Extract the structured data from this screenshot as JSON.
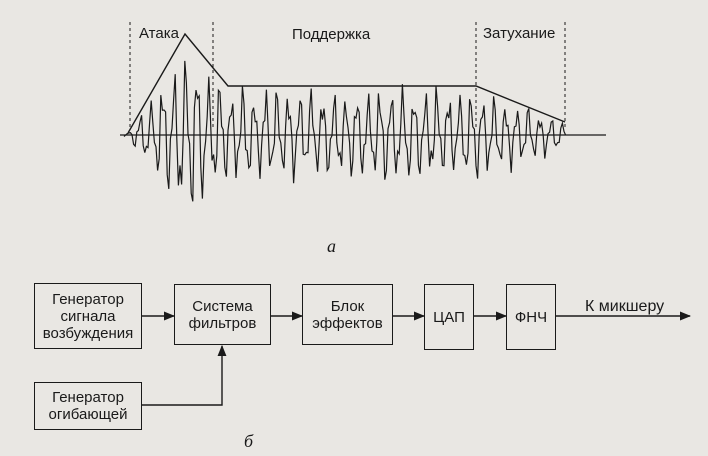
{
  "panel_a": {
    "caption": "а",
    "phase_labels": {
      "attack": "Атака",
      "sustain": "Поддержка",
      "release": "Затухание"
    }
  },
  "panel_b": {
    "caption": "б",
    "blocks": {
      "excitation_generator": "Генератор сигнала возбуждения",
      "filter_system": "Система фильтров",
      "effects_unit": "Блок эффектов",
      "dac": "ЦАП",
      "lpf": "ФНЧ",
      "envelope_generator": "Генератор огибающей"
    },
    "output_label": "К микшеру"
  }
}
